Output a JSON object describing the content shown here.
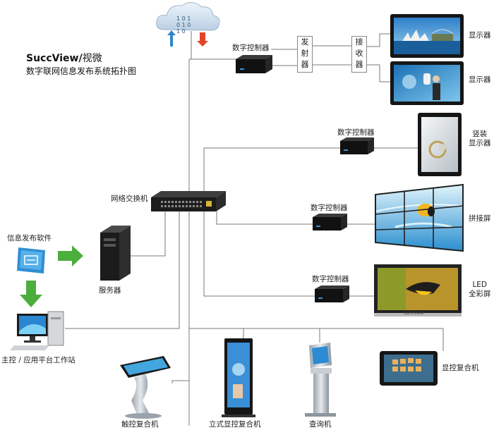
{
  "brand": {
    "name": "SuccView/",
    "name_cn": "视微",
    "subtitle": "数字联网信息发布系统拓扑图"
  },
  "labels": {
    "controller_1": "数字控制器",
    "controller_2": "数字控制器",
    "controller_3": "数字控制器",
    "controller_4": "数字控制器",
    "transmitter": [
      "发",
      "射",
      "器"
    ],
    "receiver": [
      "接",
      "收",
      "器"
    ],
    "display_1": "显示器",
    "display_2": "显示器",
    "vertical_display": [
      "竖装",
      "显示器"
    ],
    "splice_screen": "拼接屏",
    "led_screen": [
      "LED",
      "全彩屏"
    ],
    "switch": "网络交换机",
    "software": "信息发布软件",
    "server": "服务器",
    "workstation": "主控 / 应用平台工作站",
    "touch_kiosk": "触控复合机",
    "standing_kiosk": "立式显控复合机",
    "query_terminal": "查询机",
    "tablet_display": "显控复合机",
    "led_brand": "SuccView"
  },
  "cloud": {
    "digits_1": "1 0 1",
    "digits_2": "0 1 0",
    "digits_3": "1 0"
  },
  "colors": {
    "line": "#7a7a7a",
    "arrow_green": "#4cae3c",
    "arrow_up": "#2f87c9",
    "arrow_down": "#e2462a"
  }
}
